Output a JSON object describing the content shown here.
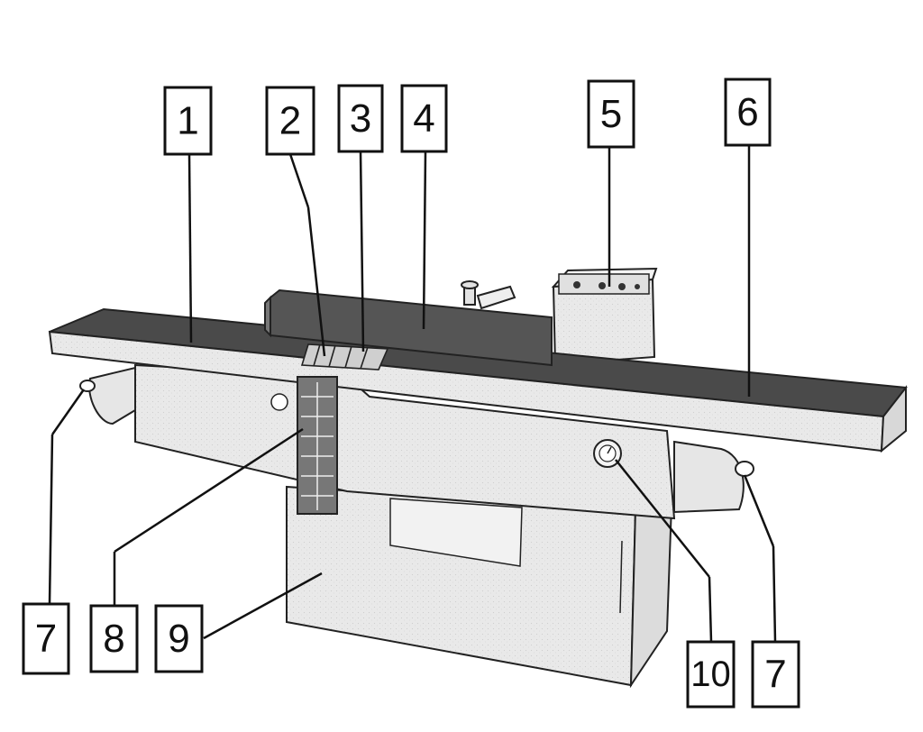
{
  "callouts": [
    {
      "label": "1"
    },
    {
      "label": "2"
    },
    {
      "label": "3"
    },
    {
      "label": "4"
    },
    {
      "label": "5"
    },
    {
      "label": "6"
    },
    {
      "label": "7"
    },
    {
      "label": "8"
    },
    {
      "label": "9"
    },
    {
      "label": "10"
    },
    {
      "label": "7"
    }
  ]
}
